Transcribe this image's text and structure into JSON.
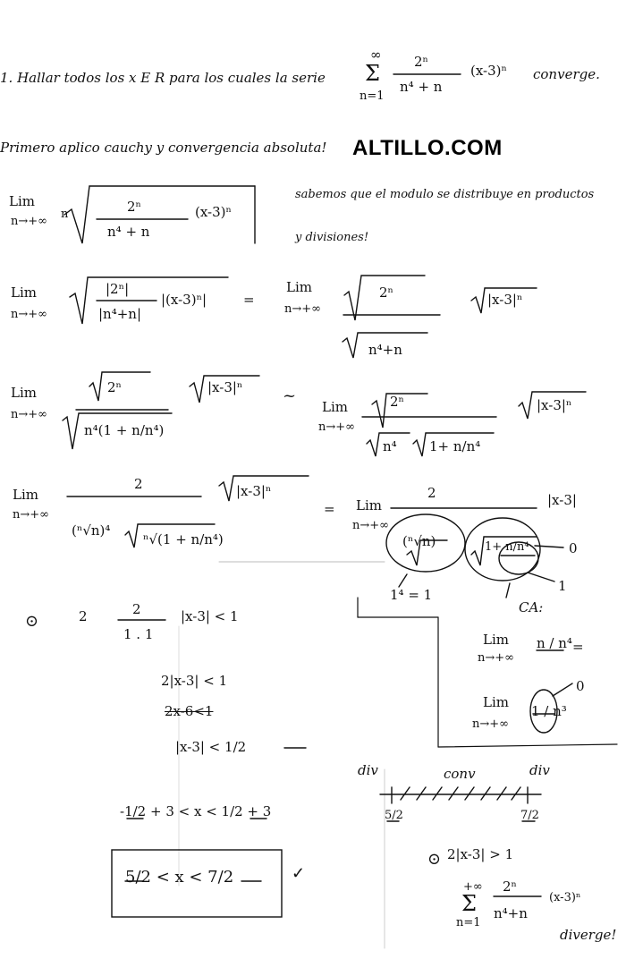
{
  "document": {
    "header": {
      "problem_text": "1. Hallar todos los x E R para los cuales la serie",
      "sum_upper": "∞",
      "sum_lower": "n=1",
      "num": "2ⁿ",
      "den": "n⁴ + n",
      "factor": "(x-3)ⁿ",
      "tail": "converge."
    },
    "brand": "ALTILLO.COM",
    "intro": "Primero aplico cauchy y convergencia absoluta!",
    "note_line1": "sabemos que el modulo se distribuye en productos",
    "note_line2": "y divisiones!",
    "lim": "Lim",
    "lim_lower": "n→+∞",
    "step1": {
      "num": "2ⁿ",
      "den": "n⁴ + n",
      "factor": "(x-3)ⁿ",
      "root": "n"
    },
    "step2": {
      "num": "|2ⁿ|",
      "den": "|n⁴+n|",
      "factor": "|(x-3)ⁿ|",
      "eq": "=",
      "rhs_num": "2ⁿ",
      "rhs_den": "n⁴+n",
      "rhs_factor": "|x-3|ⁿ"
    },
    "step3": {
      "num": "2ⁿ",
      "den": "n⁴(1 + n/n⁴)",
      "factor": "|x-3|ⁿ",
      "approx": "~",
      "rhs_num": "2ⁿ",
      "rhs_den_a": "n⁴",
      "rhs_den_b": "1+ n/n⁴",
      "rhs_factor": "|x-3|ⁿ"
    },
    "step4": {
      "num": "2",
      "den_a": "(ⁿ√n)⁴",
      "den_b": "ⁿ√(1 + n/n⁴)",
      "factor": "|x-3|ⁿ",
      "eq": "=",
      "rhs_num": "2",
      "rhs_factor": "|x-3|",
      "rhs_den_a": "(ⁿ√n)",
      "rhs_den_b": "1+ n/n⁴",
      "arrow_zero": "0",
      "arrow_one": "1",
      "one_pow": "1⁴ = 1"
    },
    "ca": {
      "label": "CA:",
      "lim1_frac": "n / n⁴",
      "eq": "=",
      "lim2_frac": "1 / n³",
      "zero": "0"
    },
    "case1": {
      "marker": "⊙",
      "line1_prefix": "2",
      "line1_frac_num": "2",
      "line1_frac_den": "1 . 1",
      "line1_rhs": "|x-3| < 1",
      "line2": "2|x-3| < 1",
      "line3_crossed": "2x-6<1",
      "line4": "|x-3| < 1/2",
      "line5": "-1/2 + 3 < x < 1/2 + 3",
      "result": "5/2 < x < 7/2",
      "check": "✓"
    },
    "numberline": {
      "div_left": "div",
      "conv": "conv",
      "div_right": "div",
      "left_tick": "5/2",
      "right_tick": "7/2"
    },
    "case2": {
      "marker": "⊙",
      "cond": "2|x-3| > 1",
      "sum_upper": "+∞",
      "sum_lower": "n=1",
      "num": "2ⁿ",
      "den": "n⁴+n",
      "factor": "(x-3)ⁿ",
      "result": "diverge!"
    }
  }
}
